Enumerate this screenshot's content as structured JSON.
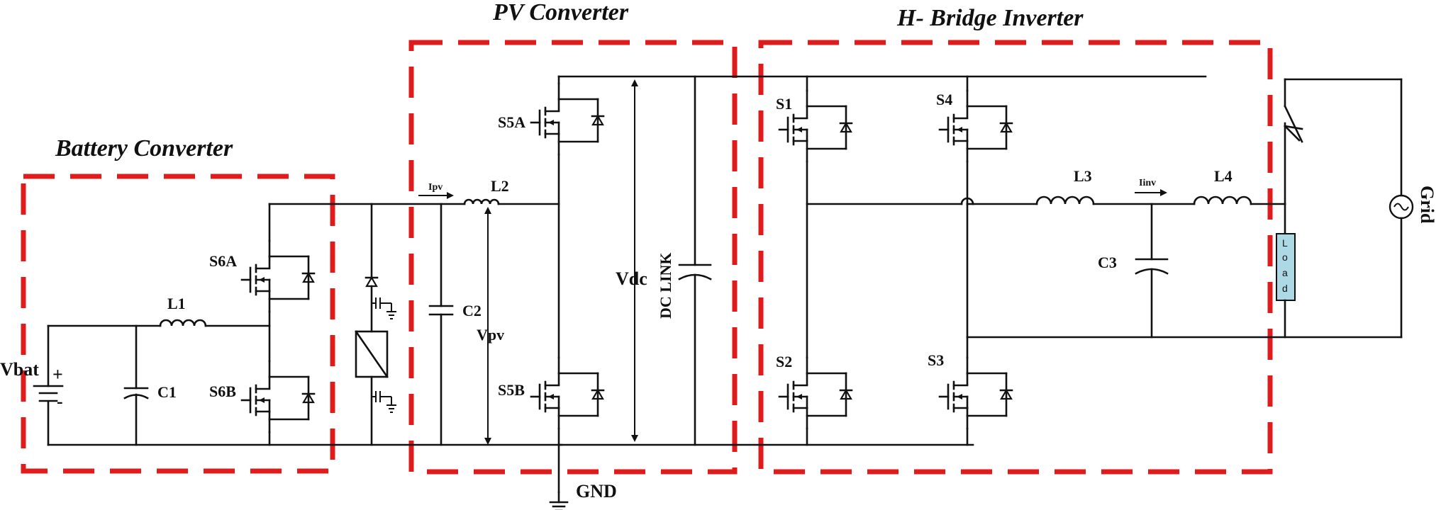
{
  "titles": {
    "battery": "Battery Converter",
    "pv": "PV Converter",
    "hbridge": "H- Bridge Inverter"
  },
  "labels": {
    "vbat": "Vbat",
    "plus": "+",
    "minus": "-",
    "c1": "C1",
    "l1": "L1",
    "s6a": "S6A",
    "s6b": "S6B",
    "ipv": "Ipv",
    "l2": "L2",
    "c2": "C2",
    "vpv": "Vpv",
    "s5a": "S5A",
    "s5b": "S5B",
    "vdc": "Vdc",
    "dclink": "DC LINK",
    "gnd": "GND",
    "s1": "S1",
    "s2": "S2",
    "s3": "S3",
    "s4": "S4",
    "l3": "L3",
    "iinv": "Iinv",
    "l4": "L4",
    "c3": "C3",
    "load": [
      "L",
      "o",
      "a",
      "d"
    ],
    "grid": "Grid"
  },
  "colors": {
    "region_border": "#e01b1b",
    "wire": "#111111",
    "load_fill": "#add8e6"
  }
}
